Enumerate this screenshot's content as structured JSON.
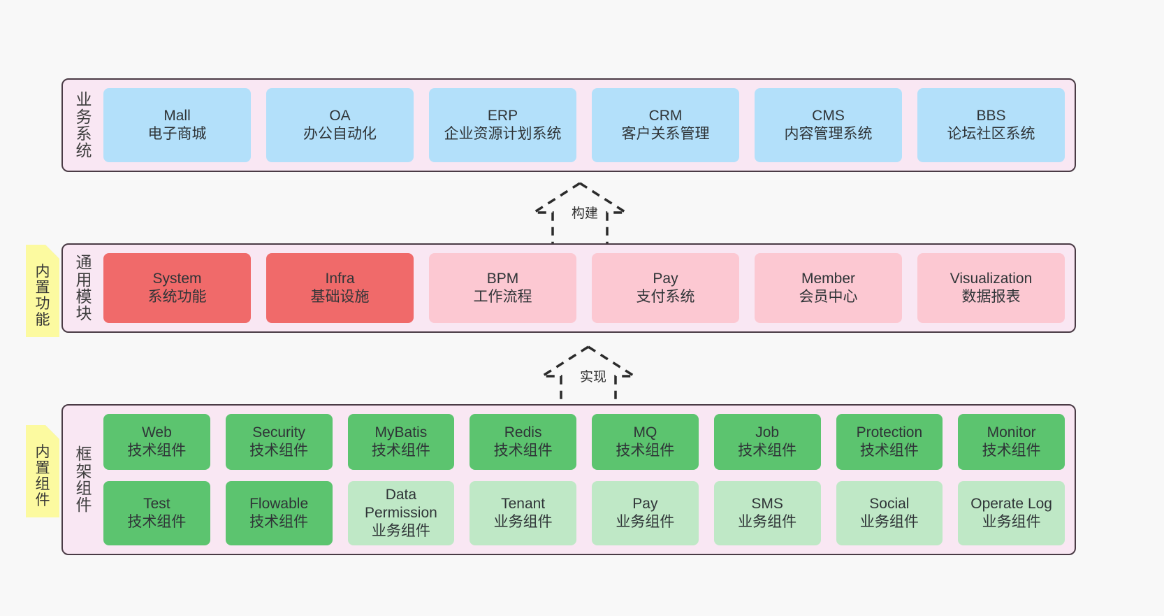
{
  "diagram": {
    "background_color": "#f8f8f8",
    "section_bg": "#f9e7f3",
    "section_border": "#4a3b45"
  },
  "notes": [
    {
      "id": "builtin-function",
      "text": "内置功能",
      "color": "#fcfaa0"
    },
    {
      "id": "builtin-component",
      "text": "内置组件",
      "color": "#fcfaa0"
    }
  ],
  "connectors": [
    {
      "id": "build",
      "label": "构建",
      "style": "dashed-generalization-up"
    },
    {
      "id": "implement",
      "label": "实现",
      "style": "dashed-generalization-up"
    }
  ],
  "sections": [
    {
      "id": "business-system",
      "title": "业务系统",
      "rows": [
        {
          "cards": [
            {
              "name": "Mall",
              "sub": "电子商城",
              "color": "#b3e0fa"
            },
            {
              "name": "OA",
              "sub": "办公自动化",
              "color": "#b3e0fa"
            },
            {
              "name": "ERP",
              "sub": "企业资源计划系统",
              "color": "#b3e0fa"
            },
            {
              "name": "CRM",
              "sub": "客户关系管理",
              "color": "#b3e0fa"
            },
            {
              "name": "CMS",
              "sub": "内容管理系统",
              "color": "#b3e0fa"
            },
            {
              "name": "BBS",
              "sub": "论坛社区系统",
              "color": "#b3e0fa"
            }
          ]
        }
      ]
    },
    {
      "id": "common-module",
      "title": "通用模块",
      "rows": [
        {
          "cards": [
            {
              "name": "System",
              "sub": "系统功能",
              "color": "#f06a6a"
            },
            {
              "name": "Infra",
              "sub": "基础设施",
              "color": "#f06a6a"
            },
            {
              "name": "BPM",
              "sub": "工作流程",
              "color": "#fcc8d2"
            },
            {
              "name": "Pay",
              "sub": "支付系统",
              "color": "#fcc8d2"
            },
            {
              "name": "Member",
              "sub": "会员中心",
              "color": "#fcc8d2"
            },
            {
              "name": "Visualization",
              "sub": "数据报表",
              "color": "#fcc8d2"
            }
          ]
        }
      ]
    },
    {
      "id": "framework-component",
      "title": "框架组件",
      "rows": [
        {
          "cards": [
            {
              "name": "Web",
              "sub": "技术组件",
              "color": "#5cc46f"
            },
            {
              "name": "Security",
              "sub": "技术组件",
              "color": "#5cc46f"
            },
            {
              "name": "MyBatis",
              "sub": "技术组件",
              "color": "#5cc46f"
            },
            {
              "name": "Redis",
              "sub": "技术组件",
              "color": "#5cc46f"
            },
            {
              "name": "MQ",
              "sub": "技术组件",
              "color": "#5cc46f"
            },
            {
              "name": "Job",
              "sub": "技术组件",
              "color": "#5cc46f"
            },
            {
              "name": "Protection",
              "sub": "技术组件",
              "color": "#5cc46f"
            },
            {
              "name": "Monitor",
              "sub": "技术组件",
              "color": "#5cc46f"
            }
          ]
        },
        {
          "cards": [
            {
              "name": "Test",
              "sub": "技术组件",
              "color": "#5cc46f"
            },
            {
              "name": "Flowable",
              "sub": "技术组件",
              "color": "#5cc46f"
            },
            {
              "name": "Data Permission",
              "sub": "业务组件",
              "color": "#bfe8c6"
            },
            {
              "name": "Tenant",
              "sub": "业务组件",
              "color": "#bfe8c6"
            },
            {
              "name": "Pay",
              "sub": "业务组件",
              "color": "#bfe8c6"
            },
            {
              "name": "SMS",
              "sub": "业务组件",
              "color": "#bfe8c6"
            },
            {
              "name": "Social",
              "sub": "业务组件",
              "color": "#bfe8c6"
            },
            {
              "name": "Operate Log",
              "sub": "业务组件",
              "color": "#bfe8c6"
            }
          ]
        }
      ]
    }
  ]
}
